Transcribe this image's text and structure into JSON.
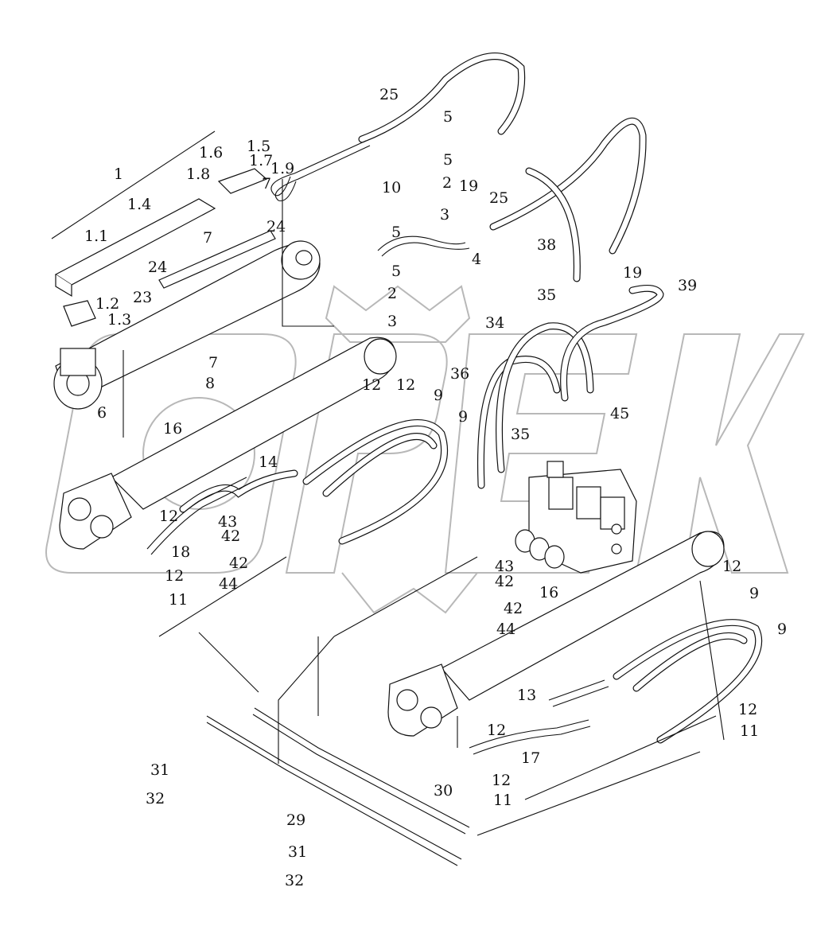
{
  "diagram": {
    "callouts": [
      {
        "id": "c1",
        "text": "1"
      },
      {
        "id": "c1_1",
        "text": "1.1"
      },
      {
        "id": "c1_2",
        "text": "1.2"
      },
      {
        "id": "c1_3",
        "text": "1.3"
      },
      {
        "id": "c1_4",
        "text": "1.4"
      },
      {
        "id": "c1_5",
        "text": "1.5"
      },
      {
        "id": "c1_6",
        "text": "1.6"
      },
      {
        "id": "c1_7",
        "text": "1.7"
      },
      {
        "id": "c1_8",
        "text": "1.8"
      },
      {
        "id": "c1_9",
        "text": "1.9"
      },
      {
        "id": "c2a",
        "text": "2"
      },
      {
        "id": "c2b",
        "text": "2"
      },
      {
        "id": "c3a",
        "text": "3"
      },
      {
        "id": "c3b",
        "text": "3"
      },
      {
        "id": "c4",
        "text": "4"
      },
      {
        "id": "c5a",
        "text": "5"
      },
      {
        "id": "c5b",
        "text": "5"
      },
      {
        "id": "c5c",
        "text": "5"
      },
      {
        "id": "c5d",
        "text": "5"
      },
      {
        "id": "c6",
        "text": "6"
      },
      {
        "id": "c7a",
        "text": "7"
      },
      {
        "id": "c7b",
        "text": "7"
      },
      {
        "id": "c7c",
        "text": "7"
      },
      {
        "id": "c8",
        "text": "8"
      },
      {
        "id": "c9a",
        "text": "9"
      },
      {
        "id": "c9b",
        "text": "9"
      },
      {
        "id": "c9c",
        "text": "9"
      },
      {
        "id": "c9d",
        "text": "9"
      },
      {
        "id": "c10",
        "text": "10"
      },
      {
        "id": "c11a",
        "text": "11"
      },
      {
        "id": "c11b",
        "text": "11"
      },
      {
        "id": "c11c",
        "text": "11"
      },
      {
        "id": "c12a",
        "text": "12"
      },
      {
        "id": "c12b",
        "text": "12"
      },
      {
        "id": "c12c",
        "text": "12"
      },
      {
        "id": "c12d",
        "text": "12"
      },
      {
        "id": "c12e",
        "text": "12"
      },
      {
        "id": "c12f",
        "text": "12"
      },
      {
        "id": "c12g",
        "text": "12"
      },
      {
        "id": "c12h",
        "text": "12"
      },
      {
        "id": "c13",
        "text": "13"
      },
      {
        "id": "c14",
        "text": "14"
      },
      {
        "id": "c16a",
        "text": "16"
      },
      {
        "id": "c16b",
        "text": "16"
      },
      {
        "id": "c17",
        "text": "17"
      },
      {
        "id": "c18",
        "text": "18"
      },
      {
        "id": "c19a",
        "text": "19"
      },
      {
        "id": "c19b",
        "text": "19"
      },
      {
        "id": "c23",
        "text": "23"
      },
      {
        "id": "c24a",
        "text": "24"
      },
      {
        "id": "c24b",
        "text": "24"
      },
      {
        "id": "c25a",
        "text": "25"
      },
      {
        "id": "c25b",
        "text": "25"
      },
      {
        "id": "c29",
        "text": "29"
      },
      {
        "id": "c30",
        "text": "30"
      },
      {
        "id": "c31a",
        "text": "31"
      },
      {
        "id": "c31b",
        "text": "31"
      },
      {
        "id": "c32a",
        "text": "32"
      },
      {
        "id": "c32b",
        "text": "32"
      },
      {
        "id": "c34",
        "text": "34"
      },
      {
        "id": "c35a",
        "text": "35"
      },
      {
        "id": "c35b",
        "text": "35"
      },
      {
        "id": "c36",
        "text": "36"
      },
      {
        "id": "c38",
        "text": "38"
      },
      {
        "id": "c39",
        "text": "39"
      },
      {
        "id": "c42a",
        "text": "42"
      },
      {
        "id": "c42b",
        "text": "42"
      },
      {
        "id": "c42c",
        "text": "42"
      },
      {
        "id": "c42d",
        "text": "42"
      },
      {
        "id": "c43a",
        "text": "43"
      },
      {
        "id": "c43b",
        "text": "43"
      },
      {
        "id": "c44a",
        "text": "44"
      },
      {
        "id": "c44b",
        "text": "44"
      },
      {
        "id": "c45",
        "text": "45"
      }
    ]
  }
}
